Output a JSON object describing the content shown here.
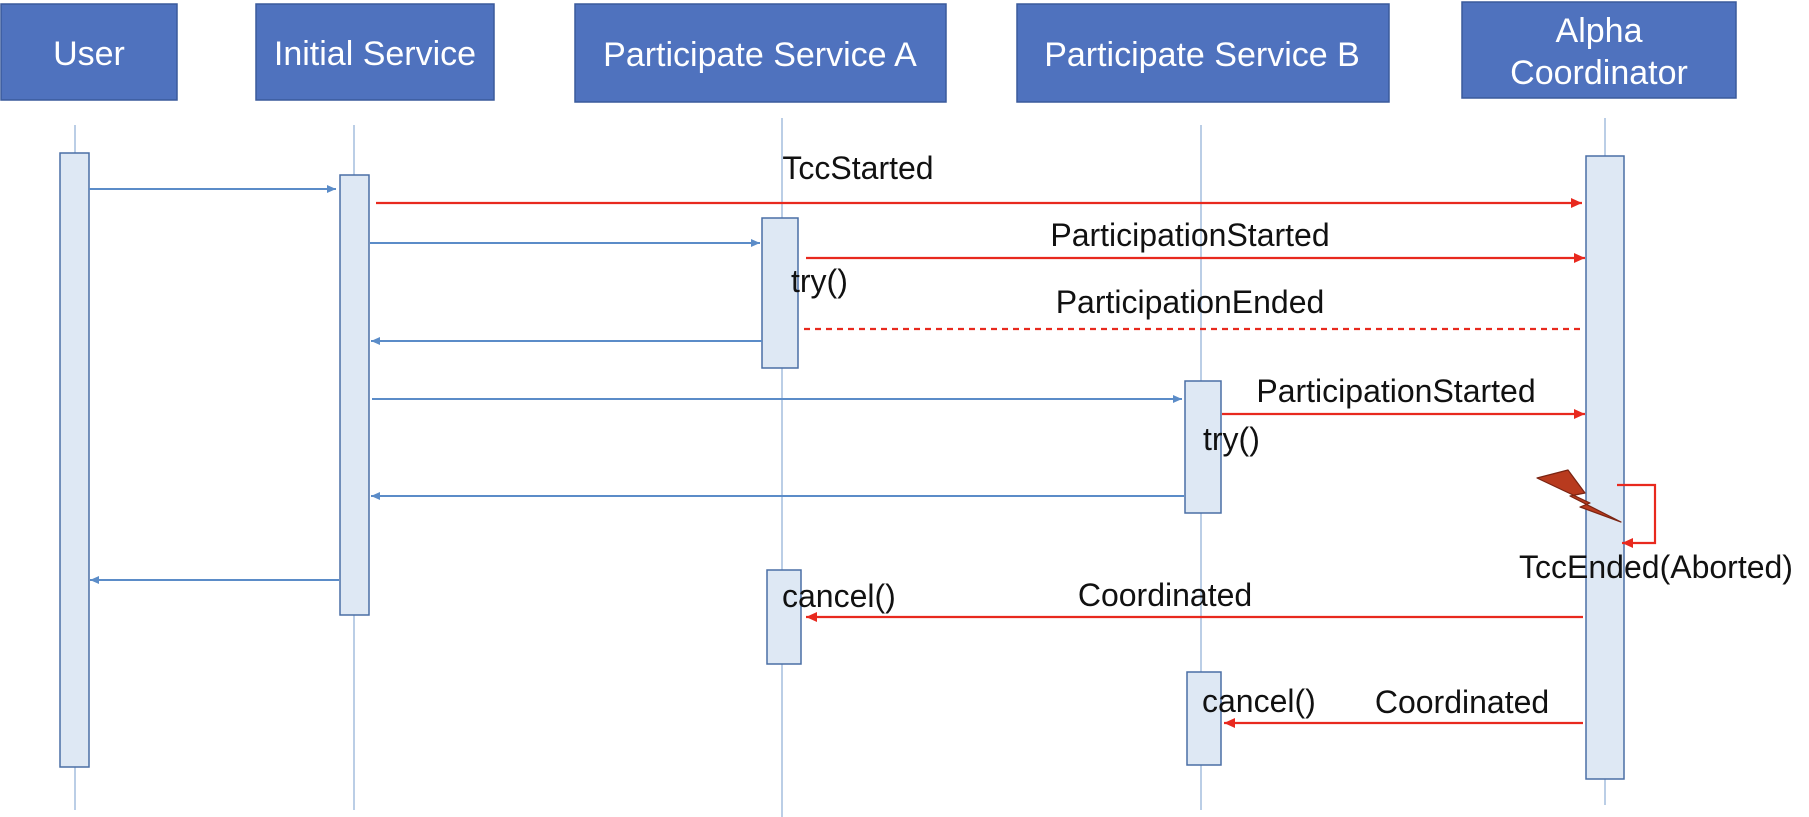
{
  "colors": {
    "header_fill": "#4F72BE",
    "header_stroke": "#3A5A9C",
    "header_text": "#FFFFFF",
    "activation_fill": "#DEE8F4",
    "activation_stroke": "#4A6FA5",
    "lifeline": "#8EAED6",
    "call_arrow": "#5B8CC8",
    "event_arrow": "#E8291E",
    "label_text": "#111111"
  },
  "participants": {
    "user": "User",
    "initial": "Initial Service",
    "service_a": "Participate Service A",
    "service_b": "Participate Service B",
    "alpha_line1": "Alpha",
    "alpha_line2": "Coordinator"
  },
  "messages": {
    "tcc_started": "TccStarted",
    "a_participation_started": "ParticipationStarted",
    "a_try": "try()",
    "a_participation_ended": "ParticipationEnded",
    "b_participation_started": "ParticipationStarted",
    "b_try": "try()",
    "tcc_ended": "TccEnded(Aborted)",
    "a_cancel": "cancel()",
    "a_coordinated": "Coordinated",
    "b_cancel": "cancel()",
    "b_coordinated": "Coordinated"
  },
  "icons": {
    "failure": "lightning-bolt-icon"
  }
}
